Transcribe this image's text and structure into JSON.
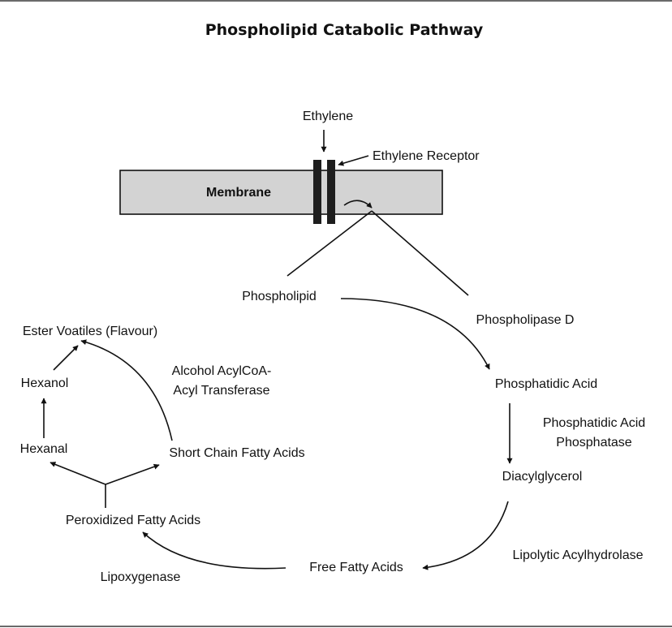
{
  "title": "Phospholipid Catabolic Pathway",
  "colors": {
    "membrane_fill": "#d3d3d3",
    "stroke": "#111111",
    "receptor": "#1e1e1e"
  },
  "membrane": {
    "label": "Membrane"
  },
  "nodes": {
    "ethylene": "Ethylene",
    "ethylene_receptor": "Ethylene Receptor",
    "phospholipid": "Phospholipid",
    "phospholipase_d": "Phospholipase D",
    "phosphatidic_acid": "Phosphatidic Acid",
    "pa_phosphatase_line1": "Phosphatidic Acid",
    "pa_phosphatase_line2": "Phosphatase",
    "diacylglycerol": "Diacylglycerol",
    "lipolytic_acylhydrolase": "Lipolytic Acylhydrolase",
    "free_fatty_acids": "Free Fatty Acids",
    "lipoxygenase": "Lipoxygenase",
    "peroxidized_fatty_acids": "Peroxidized Fatty Acids",
    "hexanal": "Hexanal",
    "short_chain_fatty_acids": "Short Chain Fatty Acids",
    "hexanol": "Hexanol",
    "ester_volatiles": "Ester Voatiles (Flavour)",
    "aat_line1": "Alcohol AcylCoA-",
    "aat_line2": "Acyl Transferase"
  }
}
